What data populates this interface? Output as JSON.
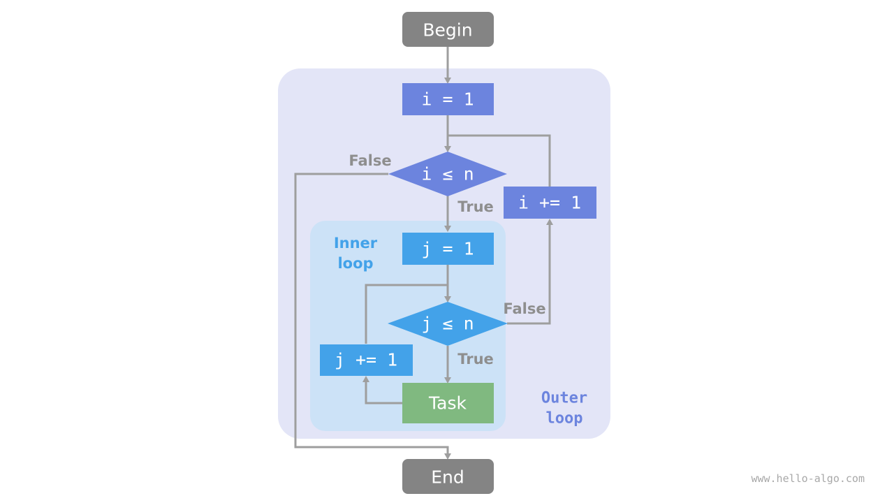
{
  "colors": {
    "outer_bg": "#e3e5f7",
    "inner_bg": "#cce2f7",
    "terminal": "#848484",
    "outer_node": "#6c84de",
    "inner_node": "#43a2e9",
    "task_node": "#80b980",
    "edge": "#9e9e9e",
    "edge_label": "#8e8e8e",
    "outer_label": "#6c84de",
    "inner_label": "#43a2e9",
    "watermark": "#a8a8a8"
  },
  "nodes": {
    "begin": "Begin",
    "i_init": "i = 1",
    "i_cond": "i ≤ n",
    "i_incr": "i += 1",
    "j_init": "j = 1",
    "j_cond": "j ≤ n",
    "j_incr": "j += 1",
    "task": "Task",
    "end": "End"
  },
  "edge_labels": {
    "i_false": "False",
    "i_true": "True",
    "j_false": "False",
    "j_true": "True"
  },
  "regions": {
    "outer_loop_line1": "Outer",
    "outer_loop_line2": "loop",
    "inner_loop_line1": "Inner",
    "inner_loop_line2": "loop"
  },
  "watermark": "www.hello-algo.com"
}
